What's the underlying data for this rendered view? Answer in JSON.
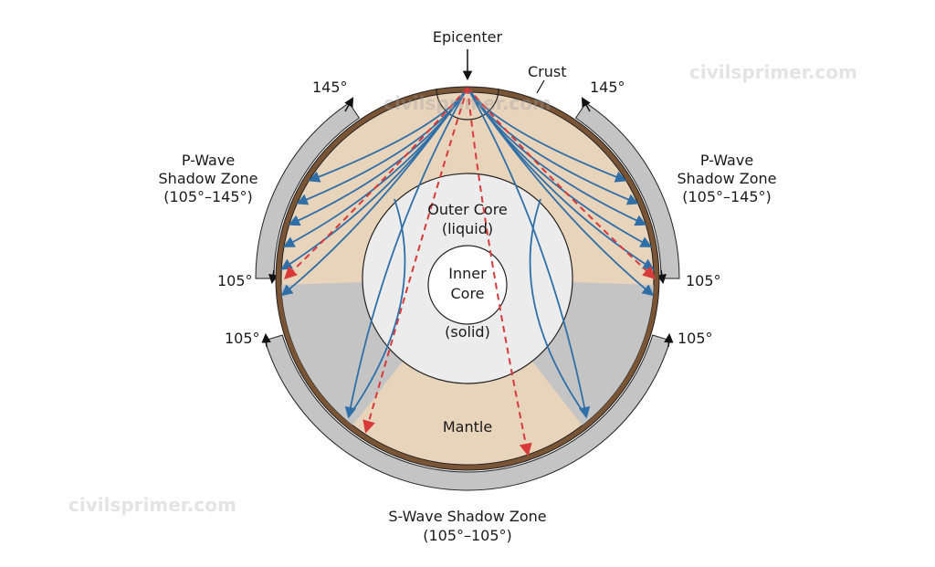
{
  "labels": {
    "epicenter": "Epicenter",
    "crust": "Crust",
    "outer_core": "Outer Core",
    "outer_core_state": "(liquid)",
    "inner_core_1": "Inner",
    "inner_core_2": "Core",
    "inner_core_state": "(solid)",
    "mantle": "Mantle",
    "p_left_title_1": "P-Wave",
    "p_left_title_2": "Shadow Zone",
    "p_left_range": "(105°–145°)",
    "p_right_title_1": "P-Wave",
    "p_right_title_2": "Shadow Zone",
    "p_right_range": "(105°–145°)",
    "s_title": "S-Wave Shadow Zone",
    "s_range": "(105°–105°)",
    "deg_145_left": "145°",
    "deg_145_right": "145°",
    "deg_105_left_p": "105°",
    "deg_105_right_p": "105°",
    "deg_105_left_s": "105°",
    "deg_105_right_s": "105°"
  },
  "watermarks": [
    "civilsprimer.com",
    "civilsprimer.com",
    "civilsprimer.com"
  ],
  "colors": {
    "crust": "#7a5535",
    "mantle": "#e8d3bb",
    "shadow": "#c4c4c4",
    "outer_core": "#ececec",
    "inner_core": "#ffffff",
    "p_wave": "#2f6fa8",
    "s_wave": "#d83a3a"
  }
}
